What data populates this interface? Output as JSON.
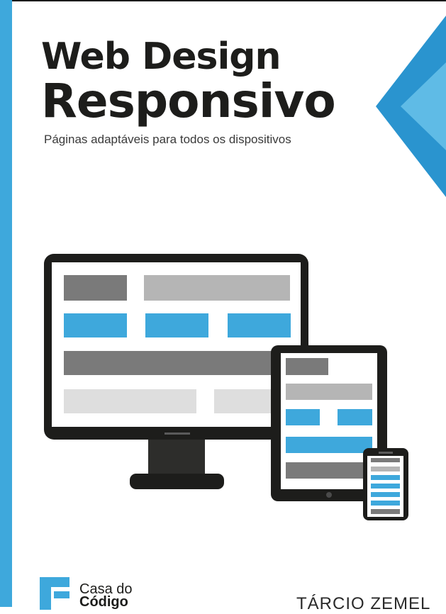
{
  "cover": {
    "title_line1": "Web Design",
    "title_line2": "Responsivo",
    "subtitle": "Páginas adaptáveis para todos os dispositivos",
    "publisher_line1": "Casa do",
    "publisher_line2": "Código",
    "author": "TÁRCIO ZEMEL"
  },
  "colors": {
    "brand_blue": "#3ea8dc",
    "dark": "#1d1d1b",
    "gray_dark": "#7a7a7a",
    "gray_mid": "#b5b5b5",
    "gray_light": "#dedede"
  },
  "icons": {
    "publisher_logo": "casa-do-codigo-logo-icon",
    "illustration": "responsive-devices-icon"
  }
}
